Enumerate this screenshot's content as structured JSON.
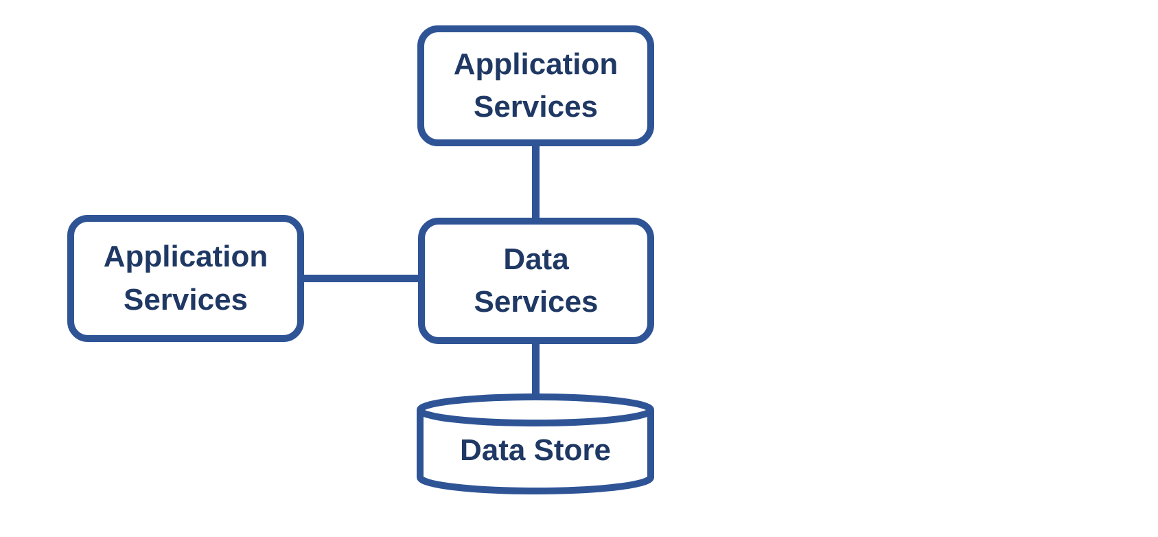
{
  "diagram": {
    "background": "#FFFFFF",
    "colors": {
      "stroke": "#2F5496",
      "text": "#1F3864"
    },
    "nodes": [
      {
        "id": "application-services-top",
        "shape": "rounded-rectangle",
        "label": "Application Services"
      },
      {
        "id": "application-services-left",
        "shape": "rounded-rectangle",
        "label": "Application Services"
      },
      {
        "id": "data-services",
        "shape": "rounded-rectangle",
        "label": "Data Services"
      },
      {
        "id": "data-store",
        "shape": "cylinder",
        "label": "Data Store"
      }
    ],
    "edges": [
      {
        "from": "application-services-top",
        "to": "data-services",
        "style": "straight-vertical"
      },
      {
        "from": "application-services-left",
        "to": "data-services",
        "style": "straight-horizontal"
      },
      {
        "from": "data-services",
        "to": "data-store",
        "style": "straight-vertical"
      }
    ]
  }
}
